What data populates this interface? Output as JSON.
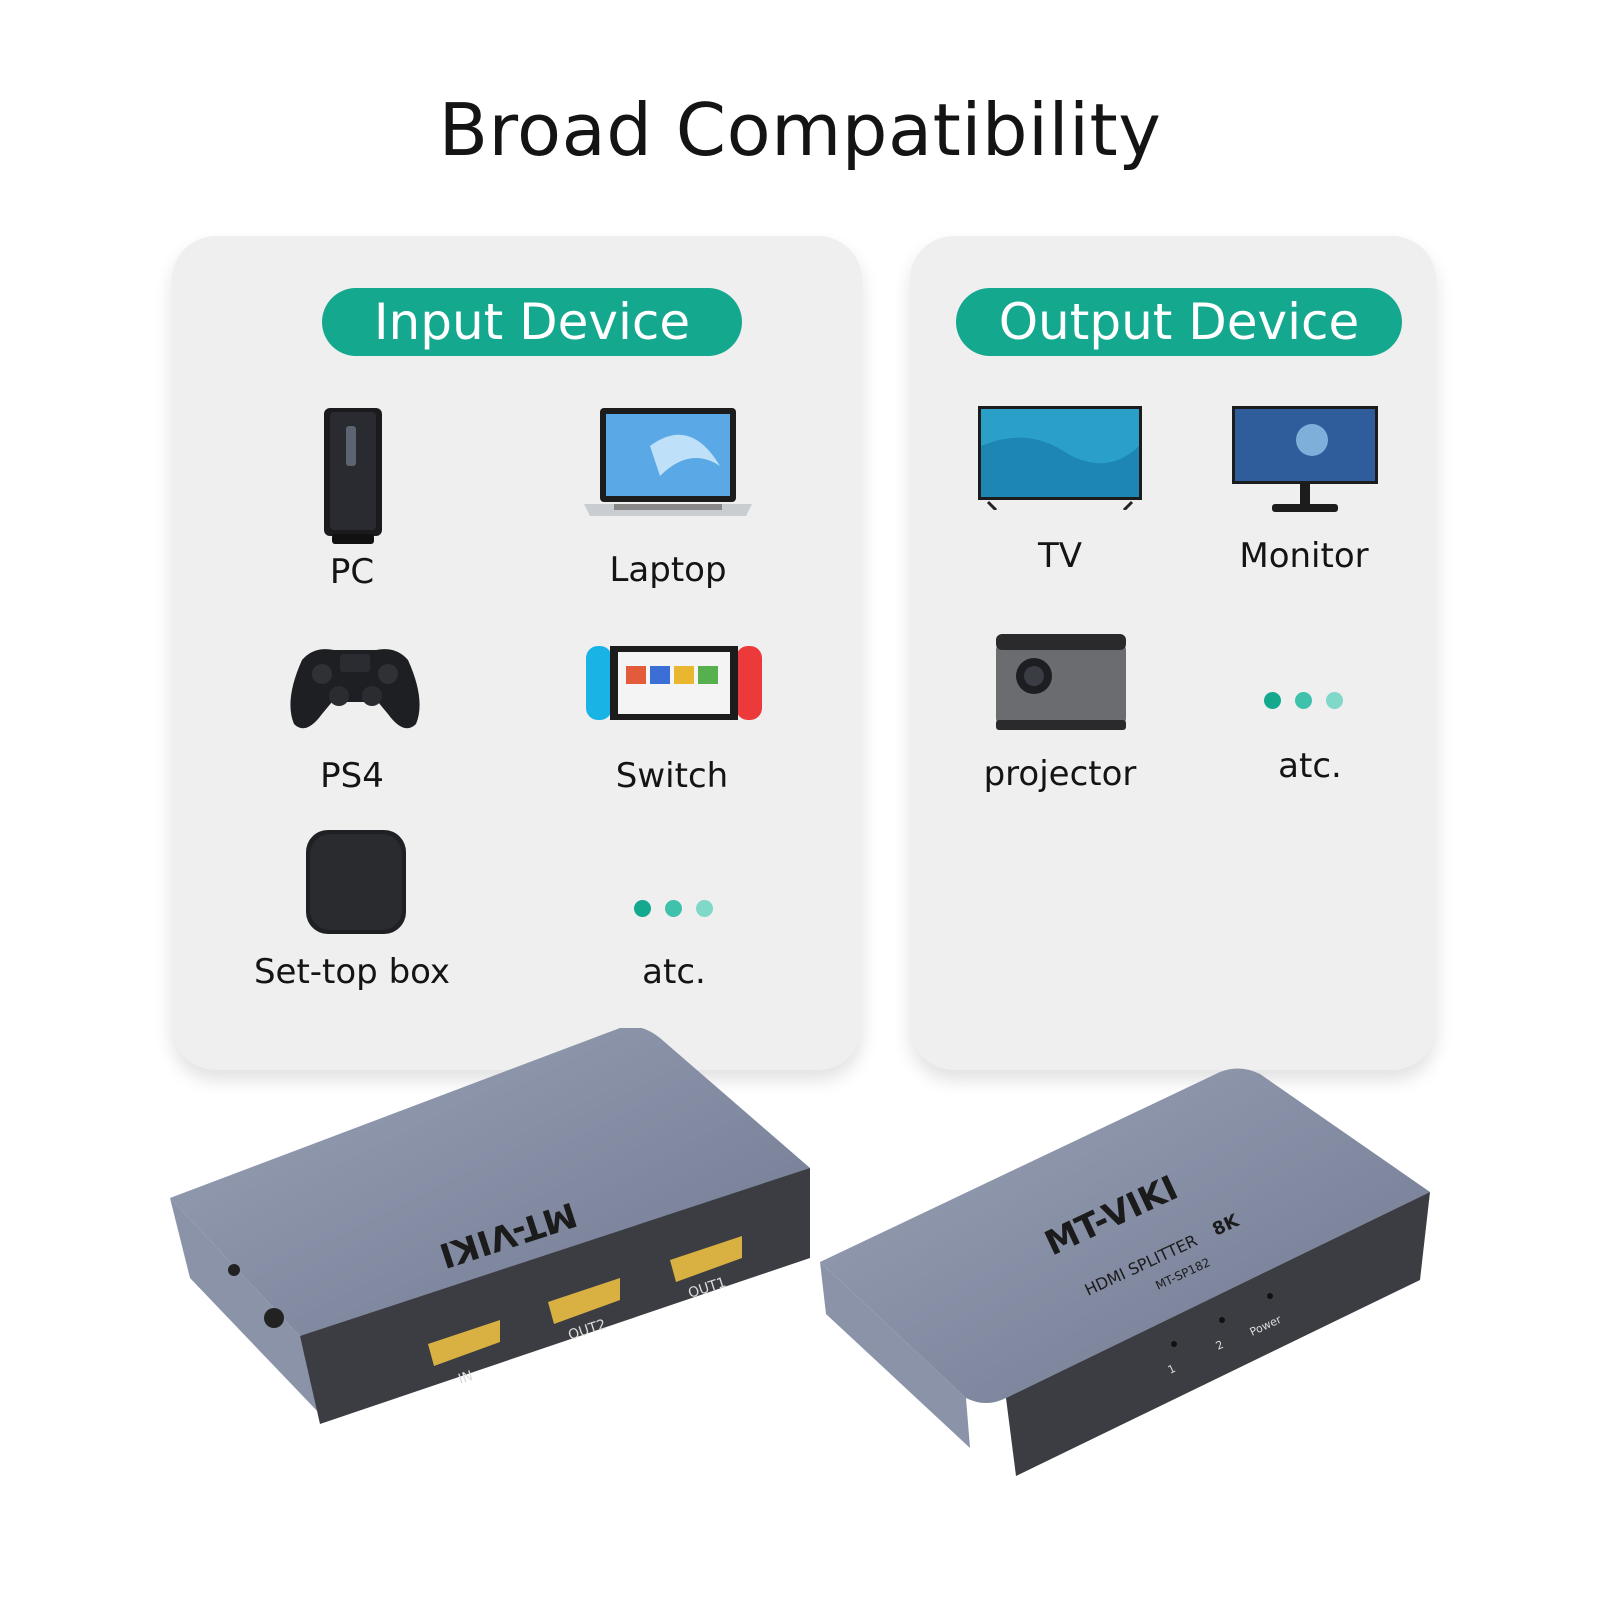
{
  "headline": "Broad Compatibility",
  "accent_color": "#14a88f",
  "input_panel": {
    "title": "Input Device",
    "items": [
      {
        "label": "PC",
        "icon": "pc-tower-icon"
      },
      {
        "label": "Laptop",
        "icon": "laptop-icon"
      },
      {
        "label": "PS4",
        "icon": "gamepad-icon"
      },
      {
        "label": "Switch",
        "icon": "switch-console-icon"
      },
      {
        "label": "Set-top box",
        "icon": "set-top-box-icon"
      },
      {
        "label": "atc.",
        "icon": "more-dots-icon"
      }
    ]
  },
  "output_panel": {
    "title": "Output Device",
    "items": [
      {
        "label": "TV",
        "icon": "tv-icon"
      },
      {
        "label": "Monitor",
        "icon": "monitor-icon"
      },
      {
        "label": "projector",
        "icon": "projector-icon"
      },
      {
        "label": "atc.",
        "icon": "more-dots-icon"
      }
    ]
  },
  "product": {
    "brand": "MT-VIKI",
    "model_line": "HDMI SPLITTER",
    "badge": "8K",
    "model": "MT-SP182",
    "ports": [
      "IN",
      "OUT2",
      "OUT1"
    ],
    "indicators": [
      "1",
      "2",
      "Power"
    ]
  }
}
